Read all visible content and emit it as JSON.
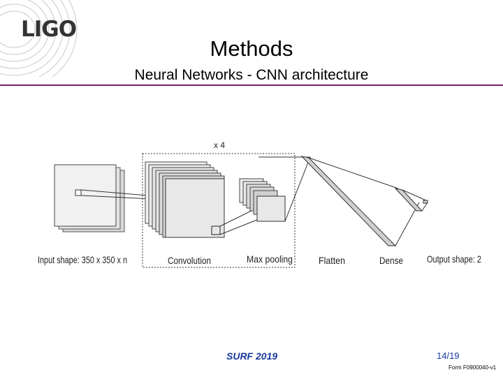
{
  "logo": {
    "text": "LIGO"
  },
  "header": {
    "title": "Methods",
    "subtitle": "Neural Networks - CNN architecture"
  },
  "diagram": {
    "repeat_label": "x 4",
    "labels": {
      "input": "Input shape: 350 x 350 x n",
      "convolution": "Convolution",
      "max_pooling": "Max pooling",
      "flatten": "Flatten",
      "dense": "Dense",
      "output": "Output shape: 2"
    }
  },
  "footer": {
    "event": "SURF 2019",
    "page": "14/19",
    "form": "Form F0900040-v1"
  },
  "colors": {
    "accent_rule": "#7b1b5e",
    "footer_text": "#1a3aa0"
  }
}
